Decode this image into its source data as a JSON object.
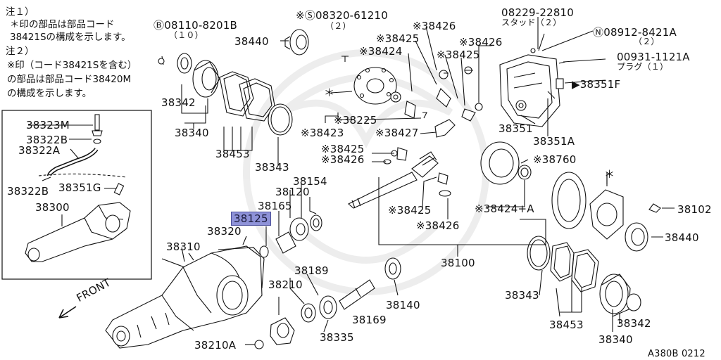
{
  "notes": {
    "note1_title": "注１）",
    "note1_line1": "＊印の部品は部品コード",
    "note1_line2": "38421Sの構成を示します。",
    "note2_title": "注２）",
    "note2_line1": "※印（コード38421Sを含む）",
    "note2_line2": "の部品は部品コード38420M",
    "note2_line3": "の構成を示します。"
  },
  "inset": {
    "labels": [
      "38323M",
      "38322B",
      "38322A",
      "38322B",
      "38351G",
      "38300"
    ]
  },
  "labels": {
    "bolt_b": "08110-8201B",
    "bolt_b_qty": "（１０）",
    "screw_s": "※Ⓢ08320-61210",
    "screw_s_qty": "（２）",
    "stud": "08229-22810",
    "stud_sub": "スタッド（２）",
    "nut_n": "Ⓝ08912-8421A",
    "nut_n_qty": "（２）",
    "plug": "00931-1121A",
    "plug_sub": "プラグ（１）",
    "p38440a": "38440",
    "p38342a": "38342",
    "p38340a": "38340",
    "p38453a": "38453",
    "p38343a": "38343",
    "p38426a": "※38426",
    "p38425a": "※38425",
    "p38424a": "※38424",
    "p38425b": "※38425",
    "p38426b": "※38426",
    "star": "＊",
    "p38225": "※38225",
    "p38423": "※38423",
    "p38427": "※38427",
    "p38425c": "※38425",
    "p38426c": "※38426",
    "p38351": "38351",
    "p38351F": "38351F",
    "p38351A": "38351A",
    "p38760": "※38760",
    "p38154": "38154",
    "p38120": "38120",
    "p38165": "38165",
    "p38125": "38125",
    "p38320": "38320",
    "p38310": "38310",
    "p38425d": "※38425",
    "p38424e": "※38424+A",
    "p38426d": "※38426",
    "star2": "＊",
    "p38102": "38102",
    "p38440b": "38440",
    "p38100": "38100",
    "p38189": "38189",
    "p38210": "38210",
    "p38140": "38140",
    "p38169": "38169",
    "p38335": "38335",
    "p38210A": "38210A",
    "p38343b": "38343",
    "p38453b": "38453",
    "p38342b": "38342",
    "p38340b": "38340",
    "front": "FRONT",
    "diagram_code": "A380B 0212"
  },
  "colors": {
    "highlight": "#8e92d8",
    "line": "#111111",
    "watermark": "#e6e6e6"
  }
}
